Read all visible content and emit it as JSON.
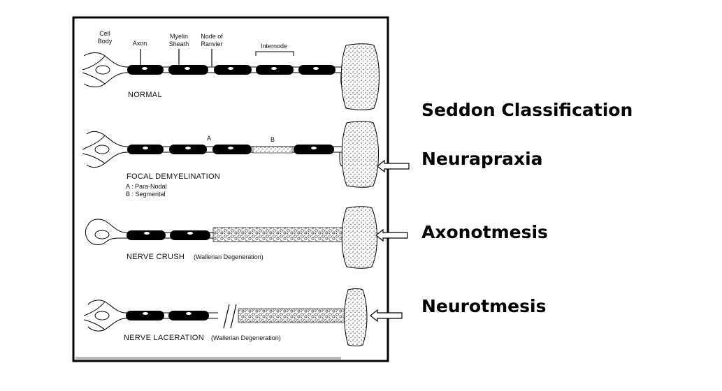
{
  "labels": {
    "cell_body": [
      "Cell",
      "Body"
    ],
    "axon": "Axon",
    "myelin_sheath": [
      "Myelin",
      "Sheath"
    ],
    "node_of_ranvier": [
      "Node of",
      "Ranvier"
    ],
    "internode": "Internode"
  },
  "panels": {
    "normal": {
      "title": "NORMAL"
    },
    "focal": {
      "title": "FOCAL DEMYELINATION",
      "marker_a": "A",
      "marker_b": "B",
      "legend_a": "A : Para-Nodal",
      "legend_b": "B : Segmental"
    },
    "crush": {
      "title": "NERVE CRUSH",
      "subtitle": "(Wallerian Degeneration)"
    },
    "laceration": {
      "title": "NERVE LACERATION",
      "subtitle": "(Wallerian Degeneration)"
    }
  },
  "classification": {
    "heading": "Seddon Classification",
    "neurapraxia": "Neurapraxia",
    "axonotmesis": "Axonotmesis",
    "neurotmesis": "Neurotmesis"
  },
  "colors": {
    "ink": "#000000",
    "paper": "#ffffff",
    "stipple": "#555555"
  }
}
